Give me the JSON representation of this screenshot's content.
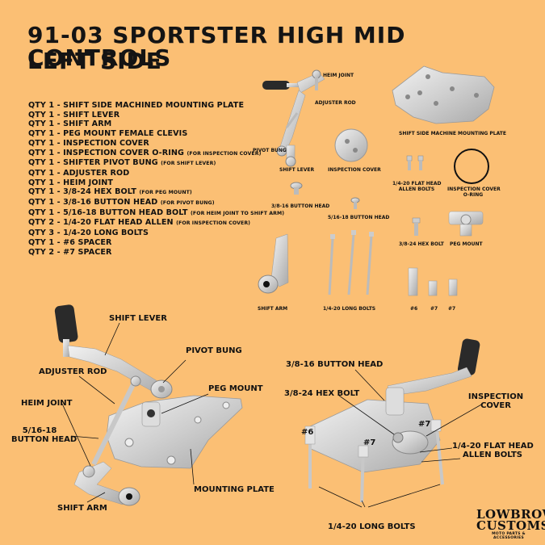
{
  "title_line1": "91-03 SPORTSTER HIGH MID CONTROLS",
  "title_line2": "LEFT SIDE",
  "parts_list": [
    {
      "text": "QTY 1 - SHIFT SIDE MACHINED MOUNTING PLATE",
      "note": ""
    },
    {
      "text": "QTY 1 - SHIFT LEVER",
      "note": ""
    },
    {
      "text": "QTY 1 - SHIFT ARM",
      "note": ""
    },
    {
      "text": "QTY 1 - PEG MOUNT FEMALE CLEVIS",
      "note": ""
    },
    {
      "text": "QTY 1 - INSPECTION COVER",
      "note": ""
    },
    {
      "text": "QTY 1 - INSPECTION COVER O-RING ",
      "note": "(FOR INSPECTION COVER)"
    },
    {
      "text": "QTY 1 - SHIFTER PIVOT BUNG ",
      "note": "(FOR SHIFT LEVER)"
    },
    {
      "text": "QTY 1 - ADJUSTER ROD",
      "note": ""
    },
    {
      "text": "QTY 1 - HEIM JOINT",
      "note": ""
    },
    {
      "text": "QTY 1 - 3/8-24 HEX BOLT ",
      "note": "(FOR PEG MOUNT)"
    },
    {
      "text": "QTY 1 - 3/8-16 BUTTON HEAD ",
      "note": "(FOR PIVOT BUNG)"
    },
    {
      "text": "QTY 1 - 5/16-18 BUTTON HEAD BOLT ",
      "note": "(FOR HEIM JOINT TO SHIFT ARM)"
    },
    {
      "text": "QTY 2 - 1/4-20 FLAT HEAD ALLEN ",
      "note": "(FOR INSPECTION COVER)"
    },
    {
      "text": "QTY 3 - 1/4-20 LONG BOLTS",
      "note": ""
    },
    {
      "text": "QTY 1 - #6 SPACER",
      "note": ""
    },
    {
      "text": "QTY 2 - #7 SPACER",
      "note": ""
    }
  ],
  "small_labels": {
    "heim_joint": "HEIM JOINT",
    "adjuster_rod": "ADJUSTER ROD",
    "pivot_bung": "PIVOT BUNG",
    "shift_lever": "SHIFT LEVER",
    "inspection_cover": "INSPECTION COVER",
    "mounting_plate": "SHIFT SIDE MACHINE MOUNTING PLATE",
    "flat_head_line1": "1/4-20 FLAT HEAD",
    "flat_head_line2": "ALLEN BOLTS",
    "oring_line1": "INSPECTION COVER",
    "oring_line2": "O-RING",
    "button_head_38": "3/8-16 BUTTON HEAD",
    "button_head_516": "5/16-18 BUTTON HEAD",
    "hex_bolt": "3/8-24 HEX BOLT",
    "peg_mount": "PEG MOUNT",
    "shift_arm": "SHIFT ARM",
    "long_bolts": "1/4-20 LONG BOLTS",
    "spacer6": "#6",
    "spacer7a": "#7",
    "spacer7b": "#7"
  },
  "left_callouts": {
    "shift_lever": "SHIFT LEVER",
    "pivot_bung": "PIVOT BUNG",
    "adjuster_rod": "ADJUSTER ROD",
    "peg_mount": "PEG MOUNT",
    "heim_joint": "HEIM JOINT",
    "button_head_line1": "5/16-18",
    "button_head_line2": "BUTTON HEAD",
    "mounting_plate": "MOUNTING PLATE",
    "shift_arm": "SHIFT ARM"
  },
  "right_callouts": {
    "button_head": "3/8-16 BUTTON HEAD",
    "hex_bolt": "3/8-24 HEX BOLT",
    "inspection_line1": "INSPECTION",
    "inspection_line2": "COVER",
    "spacer7a": "#7",
    "spacer6": "#6",
    "spacer7b": "#7",
    "flat_head_line1": "1/4-20 FLAT HEAD",
    "flat_head_line2": "ALLEN BOLTS",
    "long_bolts": "1/4-20 LONG BOLTS"
  },
  "logo": {
    "line1": "LOWBROW",
    "line2": "CUSTOMS",
    "line3": "MOTO PARTS & ACCESSORIES"
  },
  "colors": {
    "background": "#fbbf74",
    "metal": "#d6d6d6",
    "metal_dark": "#9a9a9a",
    "rubber": "#2a2a2a"
  }
}
